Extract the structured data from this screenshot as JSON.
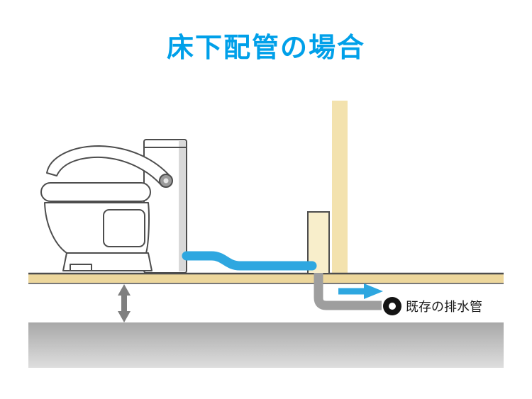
{
  "title": "床下配管の場合",
  "annotation": {
    "existing_drain_label": "既存の排水管"
  },
  "colors": {
    "title_blue": "#00A0E9",
    "pipe_blue": "#2EA7E0",
    "wall_tan": "#F3E2AE",
    "floor_tan": "#EDD79C",
    "riser_cream": "#F8EECB",
    "pipe_gray": "#9E9E9E",
    "arrow_gray": "#7F7F7F",
    "outline_gray": "#4D4D4D",
    "underfloor_top": "#A8A8A8",
    "underfloor_bottom": "#DEDEDE",
    "drain_black": "#141414",
    "text_black": "#1A1A1A"
  },
  "icons": {
    "toilet": "portable-flush-toilet-illustration",
    "flow_arrow": "right-flow-arrow",
    "clearance_arrow": "vertical-double-headed-arrow",
    "drain_outlet": "pipe-end-ring"
  }
}
